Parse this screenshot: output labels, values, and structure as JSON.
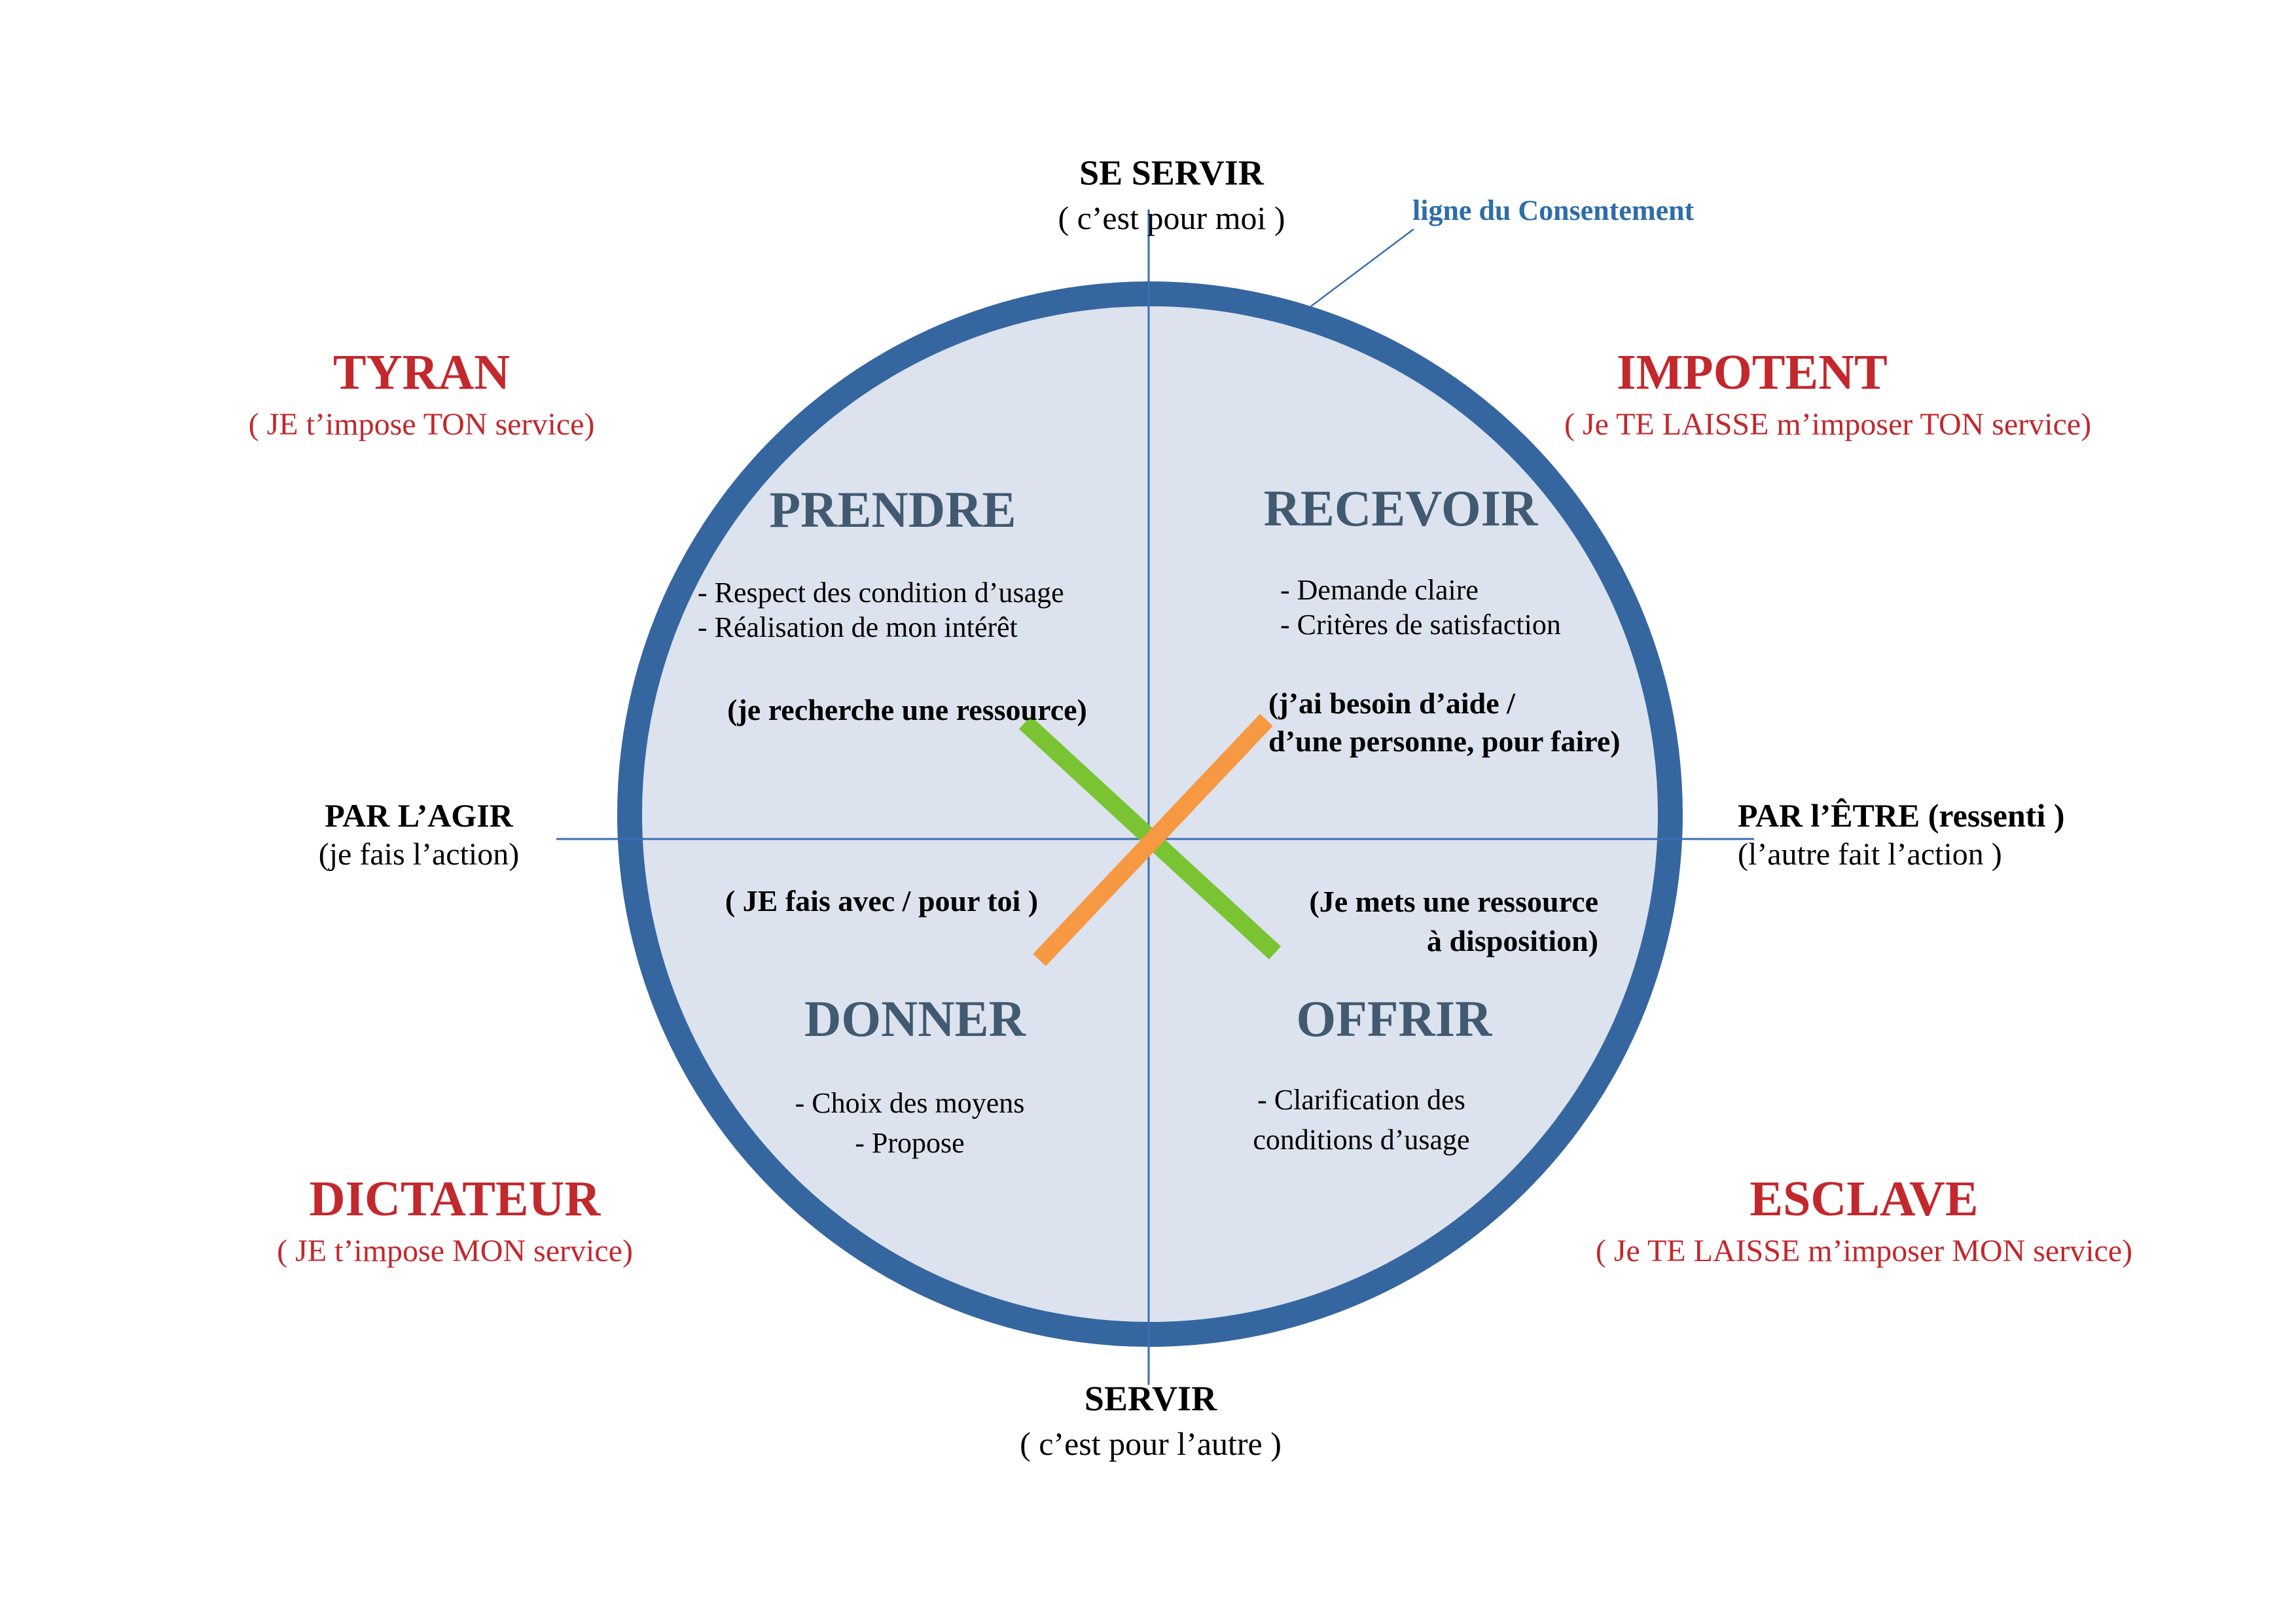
{
  "diagram": {
    "axes": {
      "top": {
        "title": "SE SERVIR",
        "subtitle": "( c’est pour moi )"
      },
      "bottom": {
        "title": "SERVIR",
        "subtitle": "( c’est pour l’autre )"
      },
      "left": {
        "title": "PAR L’AGIR",
        "subtitle": "(je fais l’action)"
      },
      "right": {
        "title": "PAR l’ÊTRE (ressenti )",
        "subtitle": "(l’autre fait l’action )"
      }
    },
    "consent_line_label": "ligne du Consentement",
    "corners": {
      "top_left": {
        "title": "TYRAN",
        "subtitle": "( JE t’impose TON service)"
      },
      "top_right": {
        "title": "IMPOTENT",
        "subtitle": "( Je TE LAISSE m’imposer TON service)"
      },
      "bottom_left": {
        "title": "DICTATEUR",
        "subtitle": "( JE t’impose MON service)"
      },
      "bottom_right": {
        "title": "ESCLAVE",
        "subtitle": "( Je TE LAISSE m’imposer MON service)"
      }
    },
    "quadrants": {
      "prendre": {
        "title": "PRENDRE",
        "items": [
          "- Respect des condition d’usage",
          "- Réalisation de mon intérêt"
        ],
        "note": "(je recherche une ressource)"
      },
      "recevoir": {
        "title": "RECEVOIR",
        "items": [
          "- Demande claire",
          "- Critères de satisfaction"
        ],
        "note_lines": [
          "(j’ai besoin d’aide /",
          "d’une personne, pour faire)"
        ]
      },
      "donner": {
        "title": "DONNER",
        "items": [
          "- Choix des moyens",
          "- Propose"
        ]
      },
      "offrir": {
        "title": "OFFRIR",
        "items": [
          "- Clarification des",
          "conditions d’usage"
        ]
      }
    },
    "center_notes": {
      "left": "( JE fais avec / pour toi )",
      "right_lines": [
        "(Je mets une ressource",
        "à disposition)"
      ]
    },
    "colors": {
      "circle_ring": "#3566A0",
      "circle_fill": "#DCE3EE",
      "axis_line": "#3C6EB5",
      "green_line": "#7AC433",
      "orange_line": "#F79843",
      "red_label": "#C3282D",
      "quadrant_title": "#415A72",
      "consent_label": "#2E6DA8"
    }
  }
}
